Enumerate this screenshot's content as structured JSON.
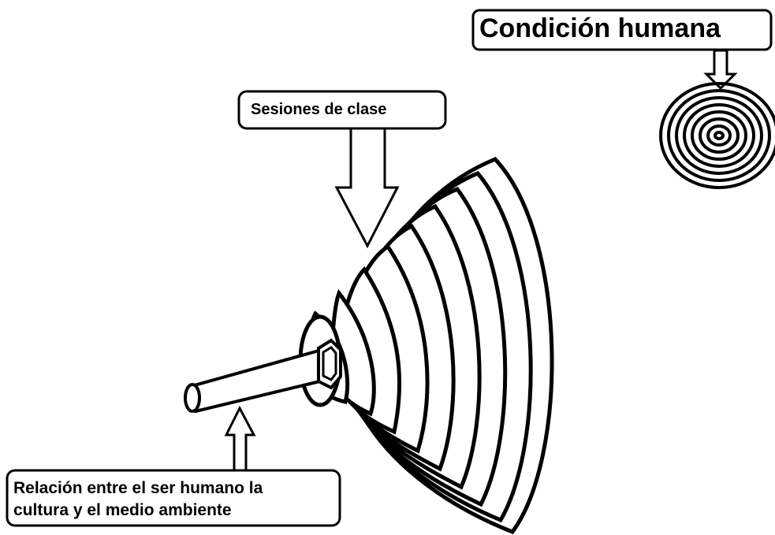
{
  "labels": {
    "title": "Condición humana",
    "class_sessions": "Sesiones de clase",
    "relation_line1": "Relación entre el ser humano la",
    "relation_line2": "cultura y el medio ambiente"
  },
  "colors": {
    "stroke": "#000000",
    "fill": "#ffffff",
    "background": "#ffffff"
  }
}
